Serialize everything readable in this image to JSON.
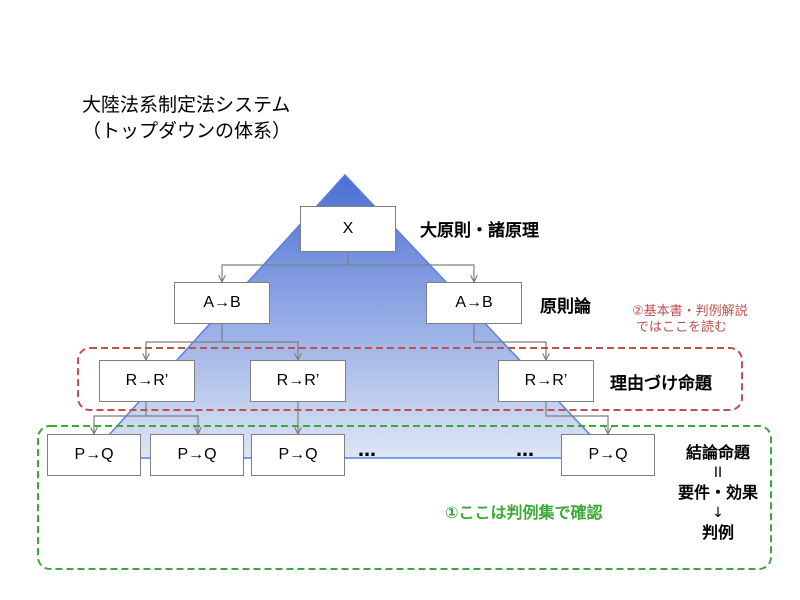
{
  "title": {
    "line1": "大陸法系制定法システム",
    "line2": "（トップダウンの体系）"
  },
  "levels": {
    "top": {
      "box": "X",
      "label": "大原則・諸原理"
    },
    "principles": {
      "boxes": [
        "A→B",
        "A→B"
      ],
      "label": "原則論"
    },
    "reasons": {
      "boxes": [
        "R→R’",
        "R→R’",
        "R→R’"
      ],
      "label": "理由づけ命題"
    },
    "conclusions": {
      "boxes": [
        "P→Q",
        "P→Q",
        "P→Q",
        "P→Q"
      ],
      "dots": [
        "…",
        "…"
      ]
    }
  },
  "conclusion_stack": {
    "line1": "結論命題",
    "sym1": "II",
    "line2": "要件・効果",
    "sym2": "↓",
    "line3": "判例"
  },
  "notes": {
    "red_line1": "②基本書・判例解説",
    "red_line2": "ではここを読む",
    "green": "①ここは判例集で確認"
  },
  "colors": {
    "triangle_top": "#4a6fd4",
    "triangle_bottom": "#dde6f5",
    "triangle_edge": "#5a80e0",
    "box_border": "#7f7f7f",
    "connector": "#7f7f7f",
    "red_dashed": "#c0504d",
    "green_dashed": "#3aa935"
  }
}
